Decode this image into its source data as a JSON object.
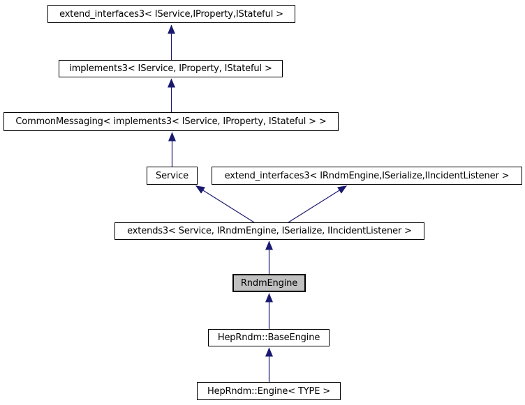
{
  "diagram": {
    "type": "inheritance-graph",
    "colors": {
      "edge": "#191970",
      "node_border": "#000000",
      "node_fill": "#ffffff",
      "highlight_fill": "#c0c0c0",
      "background": "#ffffff"
    },
    "nodes": [
      {
        "id": "extend-interfaces3-service",
        "label": "extend_interfaces3< IService,IProperty,IStateful >",
        "highlighted": false
      },
      {
        "id": "implements3",
        "label": "implements3< IService, IProperty, IStateful >",
        "highlighted": false
      },
      {
        "id": "common-messaging",
        "label": "CommonMessaging< implements3< IService, IProperty, IStateful > >",
        "highlighted": false
      },
      {
        "id": "service",
        "label": "Service",
        "highlighted": false
      },
      {
        "id": "extend-interfaces3-rndm",
        "label": "extend_interfaces3< IRndmEngine,ISerialize,IIncidentListener >",
        "highlighted": false
      },
      {
        "id": "extends3",
        "label": "extends3< Service, IRndmEngine, ISerialize, IIncidentListener >",
        "highlighted": false
      },
      {
        "id": "rndm-engine",
        "label": "RndmEngine",
        "highlighted": true
      },
      {
        "id": "heprndm-base-engine",
        "label": "HepRndm::BaseEngine",
        "highlighted": false
      },
      {
        "id": "heprndm-engine-type",
        "label": "HepRndm::Engine< TYPE >",
        "highlighted": false
      }
    ],
    "edges": [
      {
        "from": "implements3",
        "to": "extend-interfaces3-service"
      },
      {
        "from": "common-messaging",
        "to": "implements3"
      },
      {
        "from": "service",
        "to": "common-messaging"
      },
      {
        "from": "extends3",
        "to": "service"
      },
      {
        "from": "extends3",
        "to": "extend-interfaces3-rndm"
      },
      {
        "from": "rndm-engine",
        "to": "extends3"
      },
      {
        "from": "heprndm-base-engine",
        "to": "rndm-engine"
      },
      {
        "from": "heprndm-engine-type",
        "to": "heprndm-base-engine"
      }
    ]
  }
}
